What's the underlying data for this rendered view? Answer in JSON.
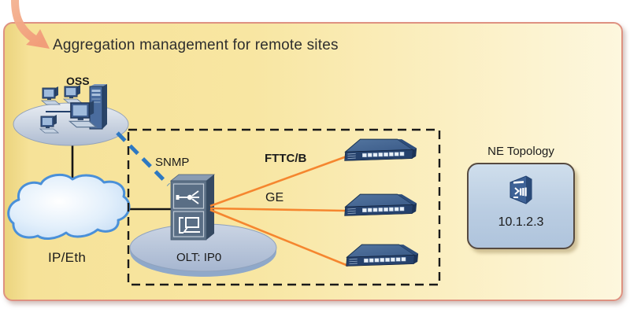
{
  "diagram": {
    "title": "Aggregation management for remote sites",
    "oss": {
      "label": "OSS",
      "icon": "workstation-cluster-with-server"
    },
    "cloud": {
      "label": "IP/Eth",
      "icon": "network-cloud"
    },
    "management_zone": {
      "snmp_label": "SNMP",
      "olt_label": "OLT: IP0",
      "fttc_label": "FTTC/B",
      "ge_label": "GE",
      "remote_switch_count": 3,
      "olt_icon": "olt-chassis",
      "switch_icon": "ethernet-switch"
    },
    "ne_topology": {
      "label": "NE Topology",
      "ip": "10.1.2.3",
      "icon": "network-element-3d"
    },
    "colors": {
      "card_background_left": "#EBD47E",
      "card_background_right": "#FDF7DE",
      "card_border": "#DE9181",
      "link_orange": "#F5862F",
      "snmp_blue": "#2E78C2",
      "cloud_blue": "#4A90D9",
      "zone_dash": "#1A1A1A",
      "device_blue": "#3E5F8E",
      "ne_box_fill": "#BACDE2"
    }
  }
}
